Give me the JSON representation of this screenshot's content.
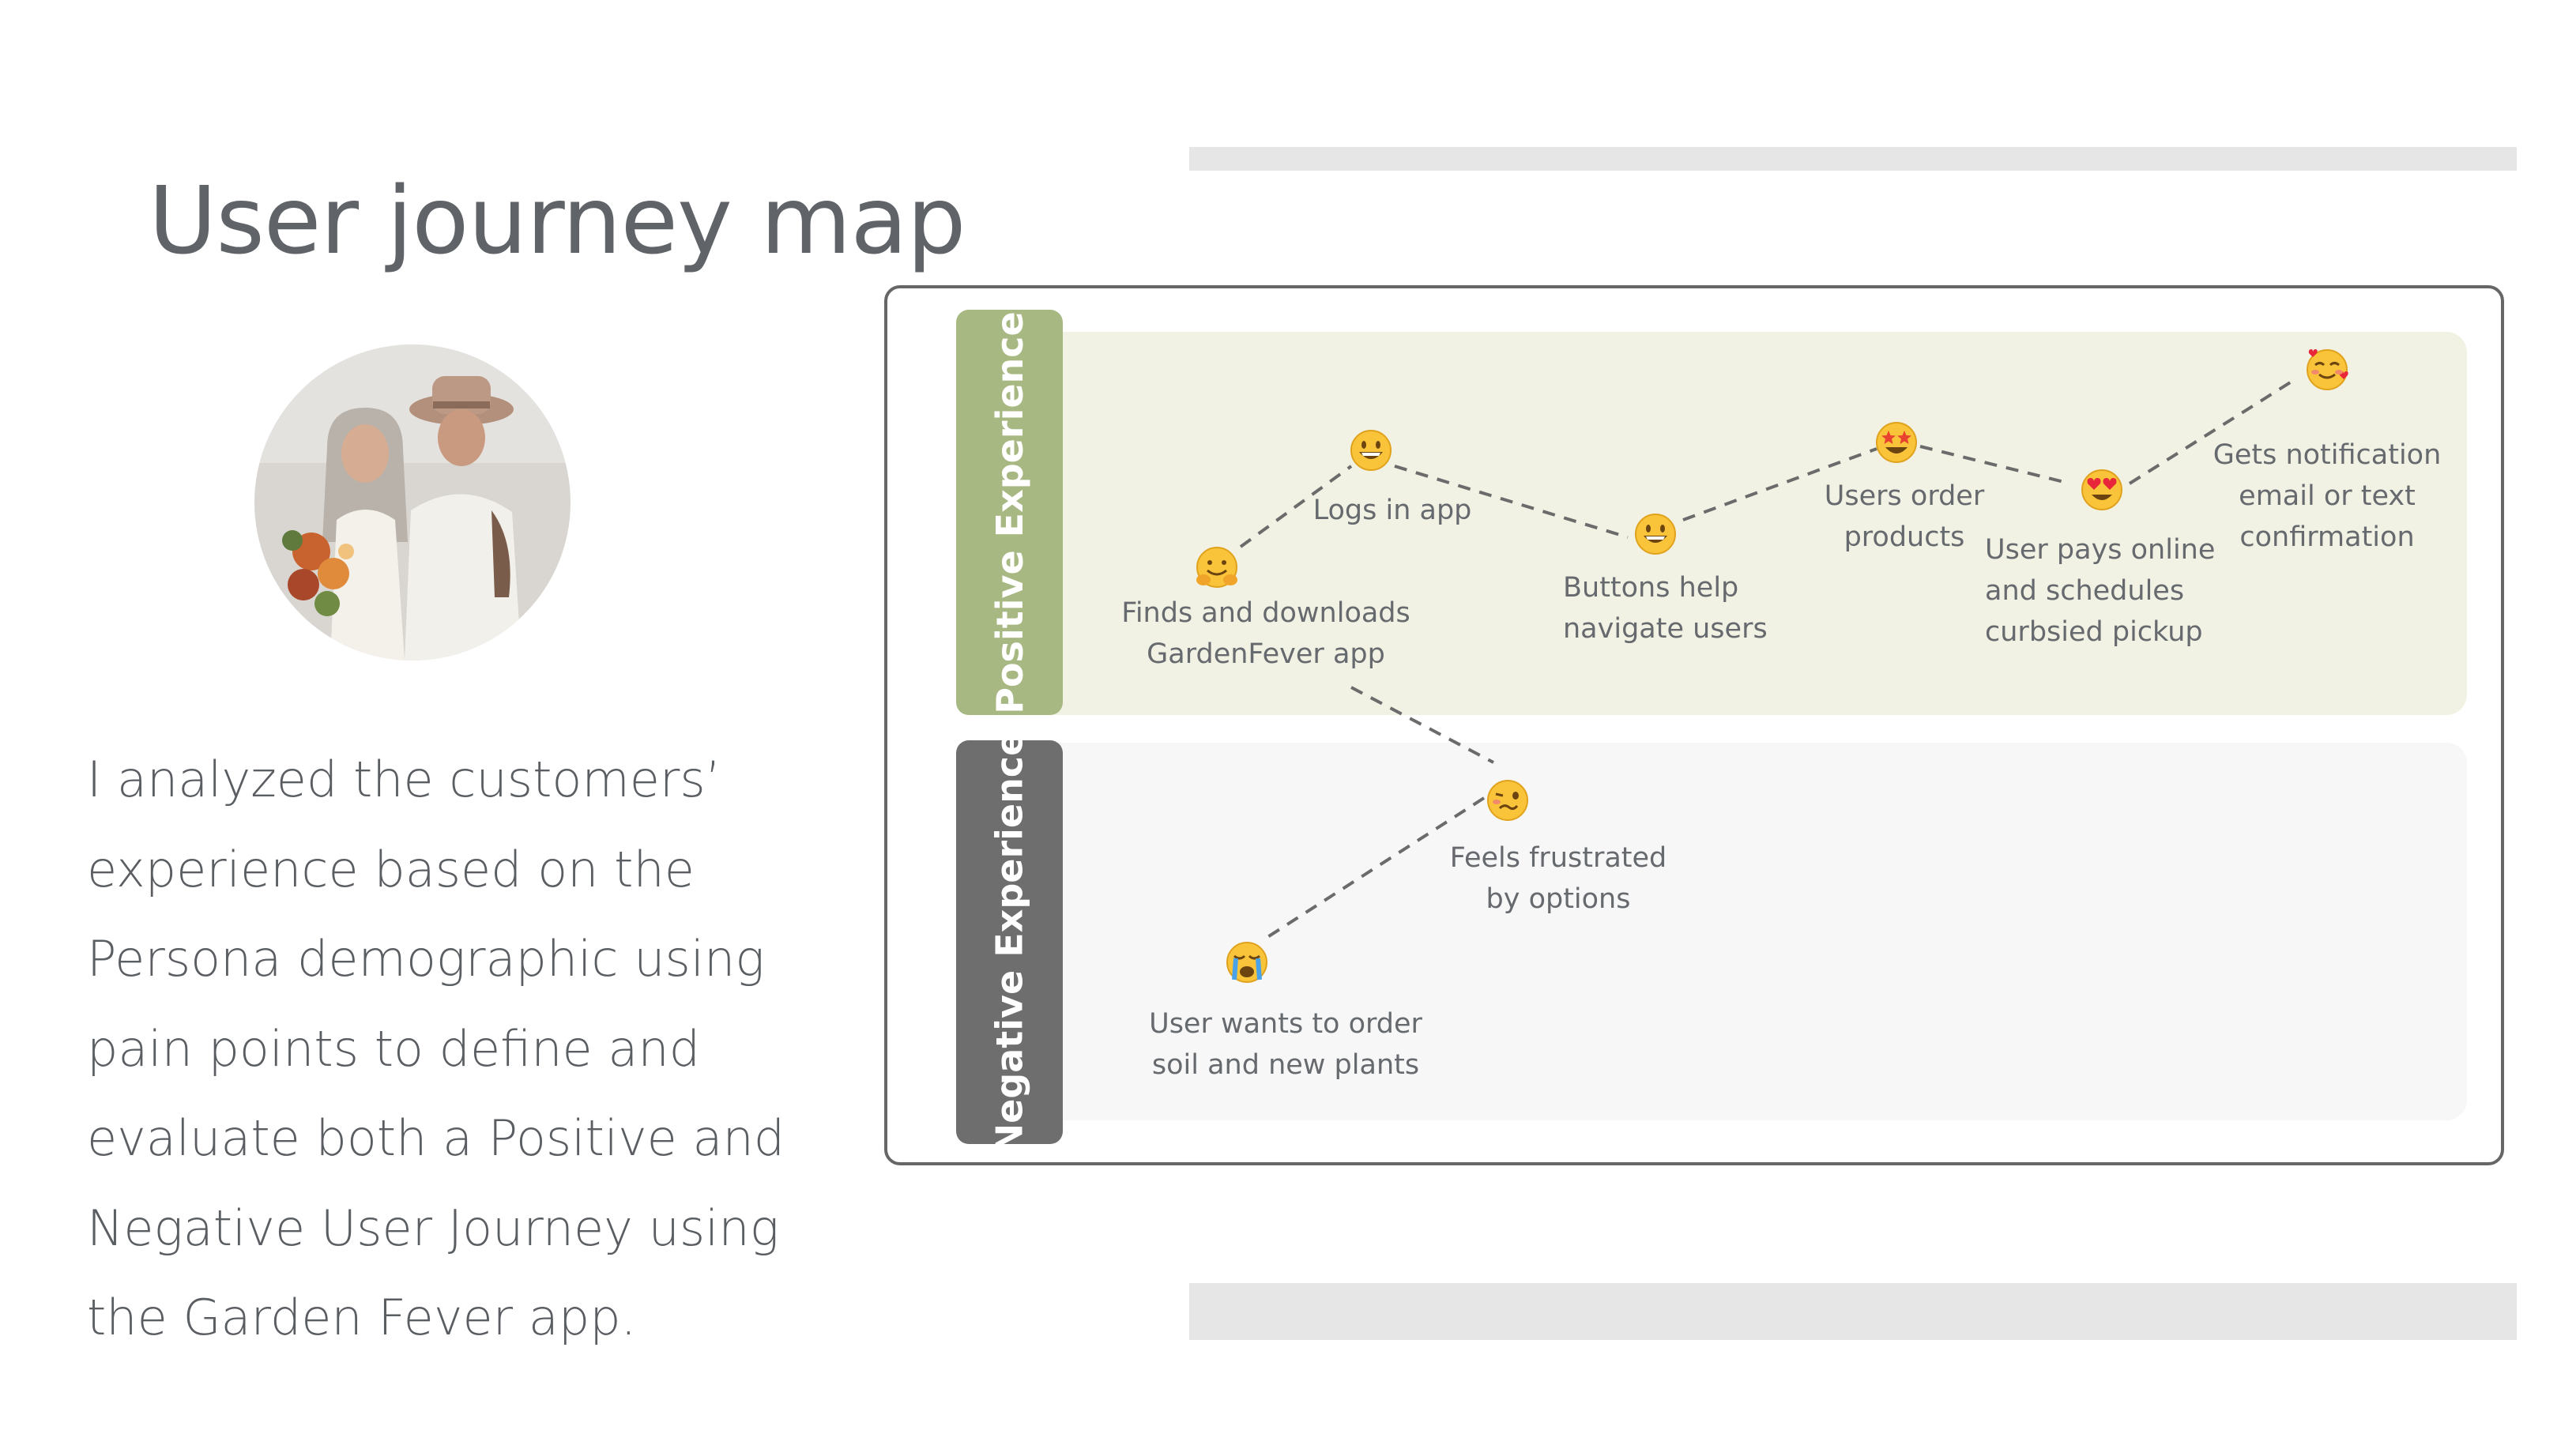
{
  "slide": {
    "title": "User journey map",
    "description_lines": [
      "I analyzed the customers’",
      "experience based on the",
      "Persona demographic using",
      "pain points to define and",
      "evaluate both a Positive and",
      "Negative User Journey using",
      "the Garden Fever app."
    ]
  },
  "journey": {
    "positive_label": "Positive Experience",
    "negative_label": "Negative Experience",
    "colors": {
      "positive_tab": "#a8b882",
      "positive_band": "#f1f2e4",
      "negative_tab": "#6e6e6e",
      "negative_band": "#f7f7f7",
      "accent_bar": "#e6e6e6"
    },
    "steps": [
      {
        "icon": "hugging-face-icon",
        "lines": [
          "Finds and downloads",
          "GardenFever app"
        ]
      },
      {
        "icon": "grinning-face-icon",
        "lines": [
          "Logs in app"
        ]
      },
      {
        "icon": "grinning-face-icon",
        "lines": [
          "Buttons help",
          "navigate users"
        ]
      },
      {
        "icon": "star-struck-face-icon",
        "lines": [
          "Users order",
          "products"
        ]
      },
      {
        "icon": "heart-eyes-face-icon",
        "lines": [
          "User pays online",
          "and schedules",
          "curbsied pickup"
        ]
      },
      {
        "icon": "smiling-face-with-hearts-icon",
        "lines": [
          "Gets notification",
          "email or text",
          "confirmation"
        ]
      },
      {
        "icon": "woozy-face-icon",
        "lines": [
          "Feels frustrated",
          "by options"
        ]
      },
      {
        "icon": "crying-face-icon",
        "lines": [
          "User wants to order",
          "soil and new plants"
        ]
      }
    ]
  }
}
